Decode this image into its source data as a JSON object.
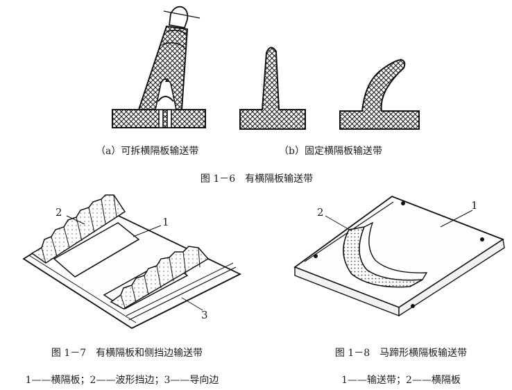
{
  "fig16": {
    "sub_a": "（a）可拆横隔板输送带",
    "sub_b": "（b）固定横隔板输送带",
    "title": "图 1－6　有横隔板输送带"
  },
  "fig17": {
    "title": "图 1－7　有横隔板和侧挡边输送带",
    "legend": "1——横隔板；2——波形挡边；3——导向边",
    "callouts": [
      "1",
      "2",
      "3"
    ]
  },
  "fig18": {
    "title": "图 1－8　马蹄形横隔板输送带",
    "legend": "1——输送带；2——横隔板",
    "callouts": [
      "1",
      "2"
    ]
  }
}
